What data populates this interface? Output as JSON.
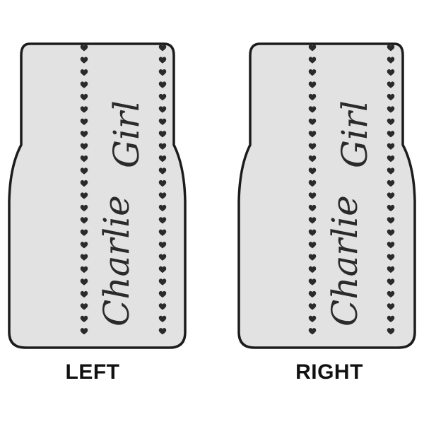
{
  "colors": {
    "mat_fill": "#e2e2e2",
    "mat_border": "#1c1c1c",
    "heart": "#2a2a2a",
    "script_text": "#2a2a2a",
    "label": "#111111"
  },
  "mats": [
    {
      "id": "left",
      "label": "LEFT",
      "script_words": [
        "Charlie",
        "Girl"
      ]
    },
    {
      "id": "right",
      "label": "RIGHT",
      "script_words": [
        "Charlie",
        "Girl"
      ]
    }
  ],
  "heart_columns": {
    "hearts_per_column": 24,
    "icon": "heart-icon"
  }
}
